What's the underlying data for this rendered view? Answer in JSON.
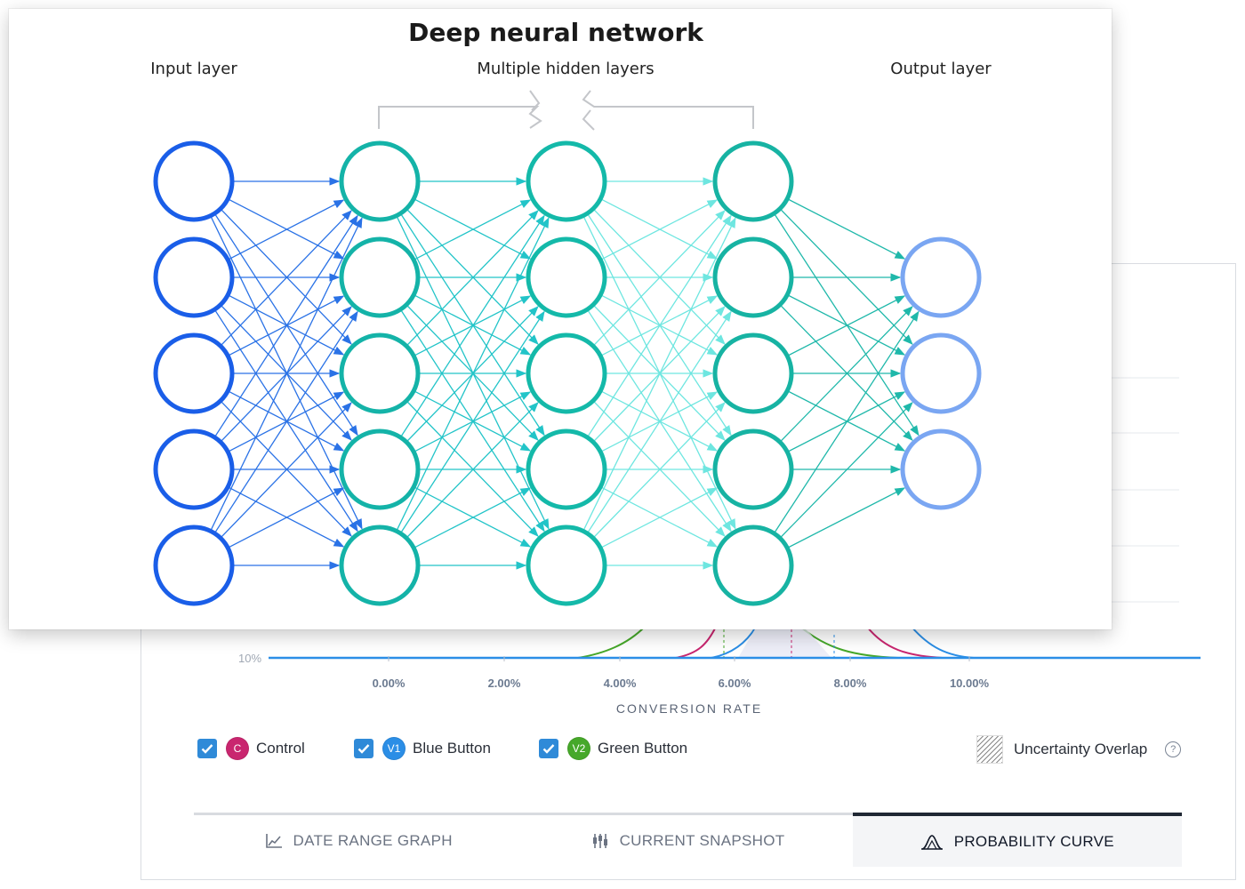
{
  "diagram": {
    "title": "Deep neural network",
    "layer_labels": {
      "input": "Input layer",
      "hidden": "Multiple hidden layers",
      "output": "Output layer"
    },
    "layers": [
      {
        "nodes": 5,
        "color": "#1a5ee8"
      },
      {
        "nodes": 5,
        "color": "#14b3a8"
      },
      {
        "nodes": 5,
        "color": "#14b9a9"
      },
      {
        "nodes": 5,
        "color": "#17b3a3"
      },
      {
        "nodes": 3,
        "color": "#7aa6f2"
      }
    ],
    "edge_colors": [
      "#2a72e6",
      "#22c4c8",
      "#6ee6e0",
      "#1fb8aa"
    ]
  },
  "probability_panel": {
    "y_tick": "10%",
    "x_ticks": [
      "0.00%",
      "2.00%",
      "4.00%",
      "6.00%",
      "8.00%",
      "10.00%"
    ],
    "x_axis_title": "CONVERSION RATE",
    "legend": [
      {
        "badge": "C",
        "label": "Control",
        "color": "#c9266f"
      },
      {
        "badge": "V1",
        "label": "Blue Button",
        "color": "#2b8ee6"
      },
      {
        "badge": "V2",
        "label": "Green Button",
        "color": "#46a82a"
      }
    ],
    "uncertainty_label": "Uncertainty Overlap",
    "help_glyph": "?",
    "tabs": [
      {
        "label": "DATE RANGE GRAPH",
        "icon": "line-chart-icon",
        "active": false
      },
      {
        "label": "CURRENT SNAPSHOT",
        "icon": "box-plot-icon",
        "active": false
      },
      {
        "label": "PROBABILITY CURVE",
        "icon": "bell-curve-icon",
        "active": true
      }
    ],
    "baseline_color": "#2b8ee6"
  }
}
